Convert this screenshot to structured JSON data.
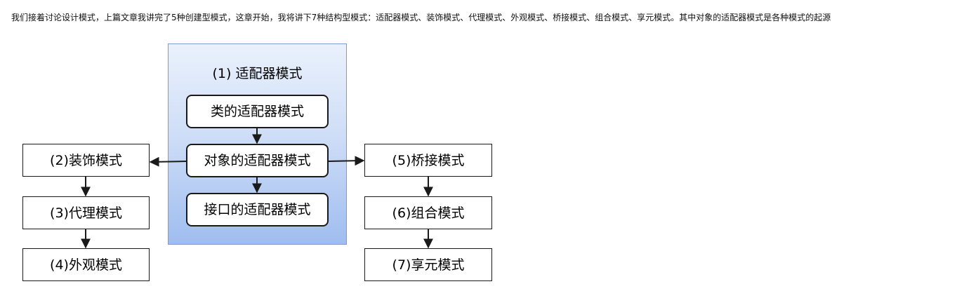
{
  "intro_text": "我们接着讨论设计模式，上篇文章我讲完了5种创建型模式，这章开始，我将讲下7种结构型模式：适配器模式、装饰模式、代理模式、外观模式、桥接模式、组合模式、享元模式。其中对象的适配器模式是各种模式的起源",
  "adapter_group": {
    "title": "(1)  适配器模式",
    "class_adapter": "类的适配器模式",
    "object_adapter": "对象的适配器模式",
    "interface_adapter": "接口的适配器模式"
  },
  "left_chain": [
    "(2)装饰模式",
    "(3)代理模式",
    "(4)外观模式"
  ],
  "right_chain": [
    "(5)桥接模式",
    "(6)组合模式",
    "(7)享元模式"
  ]
}
